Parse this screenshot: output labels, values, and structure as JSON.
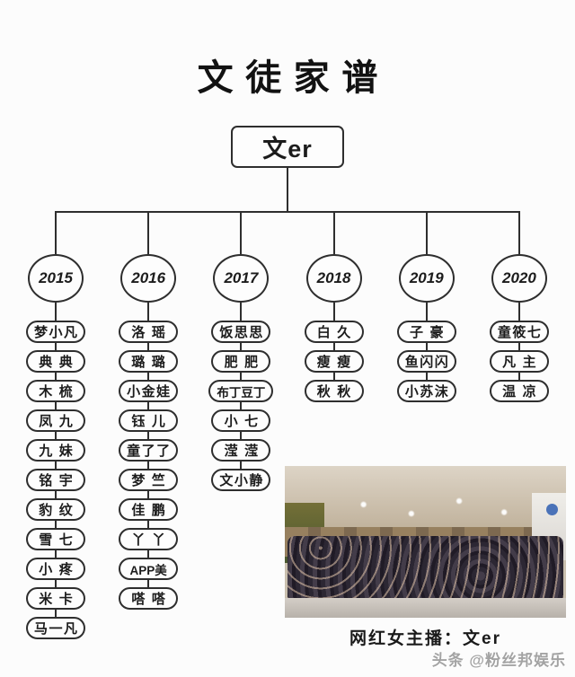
{
  "title": "文徒家谱",
  "root": {
    "label": "文er"
  },
  "columns": [
    {
      "year": "2015",
      "members": [
        "梦小凡",
        "典典",
        "木梳",
        "凤九",
        "九妹",
        "铭宇",
        "豹纹",
        "雪七",
        "小疼",
        "米卡",
        "马一凡"
      ]
    },
    {
      "year": "2016",
      "members": [
        "洛瑶",
        "璐璐",
        "小金娃",
        "钰儿",
        "童了了",
        "梦竺",
        "佳鹏",
        "丫丫",
        "APP美",
        "嗒嗒"
      ]
    },
    {
      "year": "2017",
      "members": [
        "饭思思",
        "肥肥",
        "布丁豆丁",
        "小七",
        "滢滢",
        "文小静"
      ]
    },
    {
      "year": "2018",
      "members": [
        "白久",
        "瘦瘦",
        "秋秋"
      ]
    },
    {
      "year": "2019",
      "members": [
        "子豪",
        "鱼闪闪",
        "小苏沫"
      ]
    },
    {
      "year": "2020",
      "members": [
        "童筱七",
        "凡主",
        "温凉"
      ]
    }
  ],
  "photo": {
    "caption": "网红女主播：文er"
  },
  "watermark": "头条 @粉丝邦娱乐",
  "colors": {
    "line": "#2e2e2e",
    "background": "#fcfcfc",
    "watermark_gray": "#a3a3a3"
  }
}
